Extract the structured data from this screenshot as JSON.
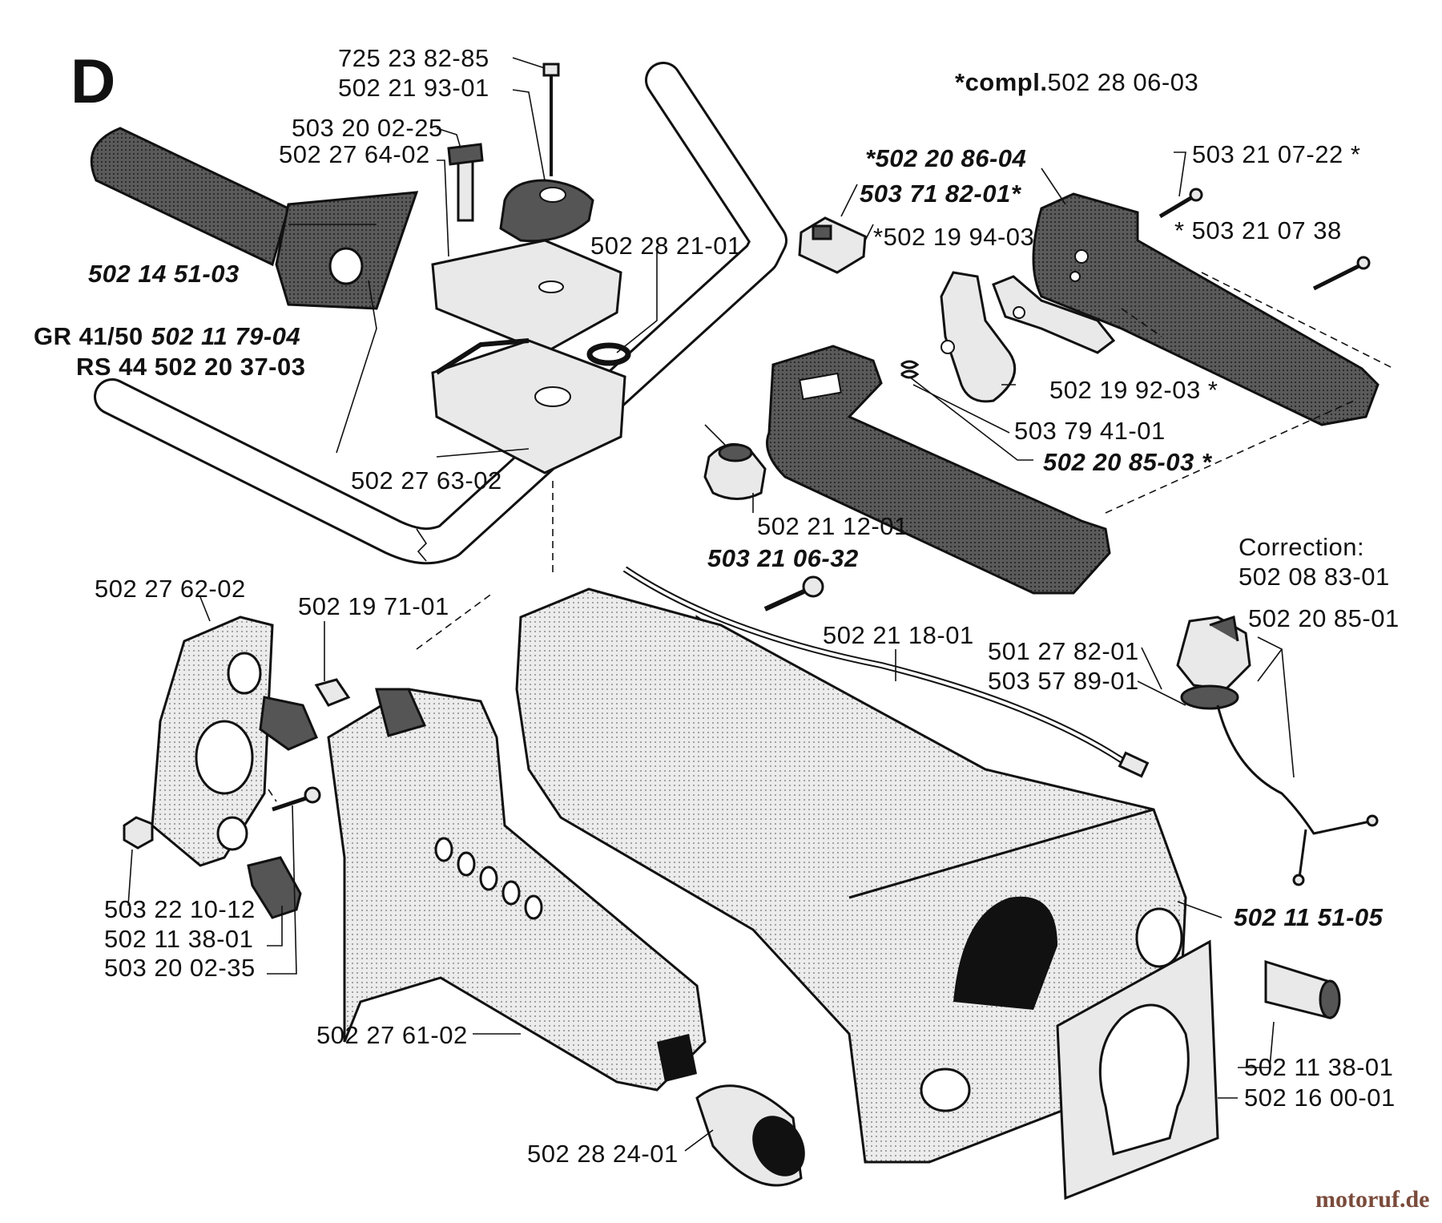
{
  "section_letter": "D",
  "compl_note": {
    "prefix": "*compl.",
    "number": "502 28 06-03"
  },
  "correction": {
    "heading": "Correction:",
    "number": "502 08 83-01"
  },
  "watermark": "motoruf.de",
  "labels": {
    "p725238285": "725 23 82-85",
    "p502219301": "502 21 93-01",
    "p503200225": "503 20 02-25",
    "p502276402": "502 27 64-02",
    "p502145103": "502 14 51-03",
    "gr_prefix": "GR 41/50",
    "p502117904": "502 11 79-04",
    "rs_label": "RS 44 502 20 37-03",
    "p502282101": "502 28 21-01",
    "p502276302": "502 27 63-02",
    "p502208604": "*502 20 86-04",
    "p503718201": "503 71 82-01*",
    "p502199403": "*502 19 94-03",
    "p503210722": "503 21 07-22 *",
    "p50321073802": "* 503 21 07 38",
    "p502199203": "502 19 92-03 *",
    "p503794101": "503 79 41-01",
    "p502208503": "502 20 85-03 *",
    "p502211201": "502 21 12-01",
    "p503210632": "503 21 06-32",
    "p502276202": "502 27 62-02",
    "p502197101": "502 19 71-01",
    "p502211801": "502 21 18-01",
    "p501278201": "501 27 82-01",
    "p503578901": "503 57 89-01",
    "p502208501": "502 20 85-01",
    "p503221012": "503 22 10-12",
    "p502113801a": "502 11 38-01",
    "p503200235": "503 20 02-35",
    "p502115105": "502 11 51-05",
    "p502276102": "502 27 61-02",
    "p502113801b": "502 11 38-01",
    "p502160001": "502 16 00-01",
    "p502282401": "502 28 24-01"
  }
}
